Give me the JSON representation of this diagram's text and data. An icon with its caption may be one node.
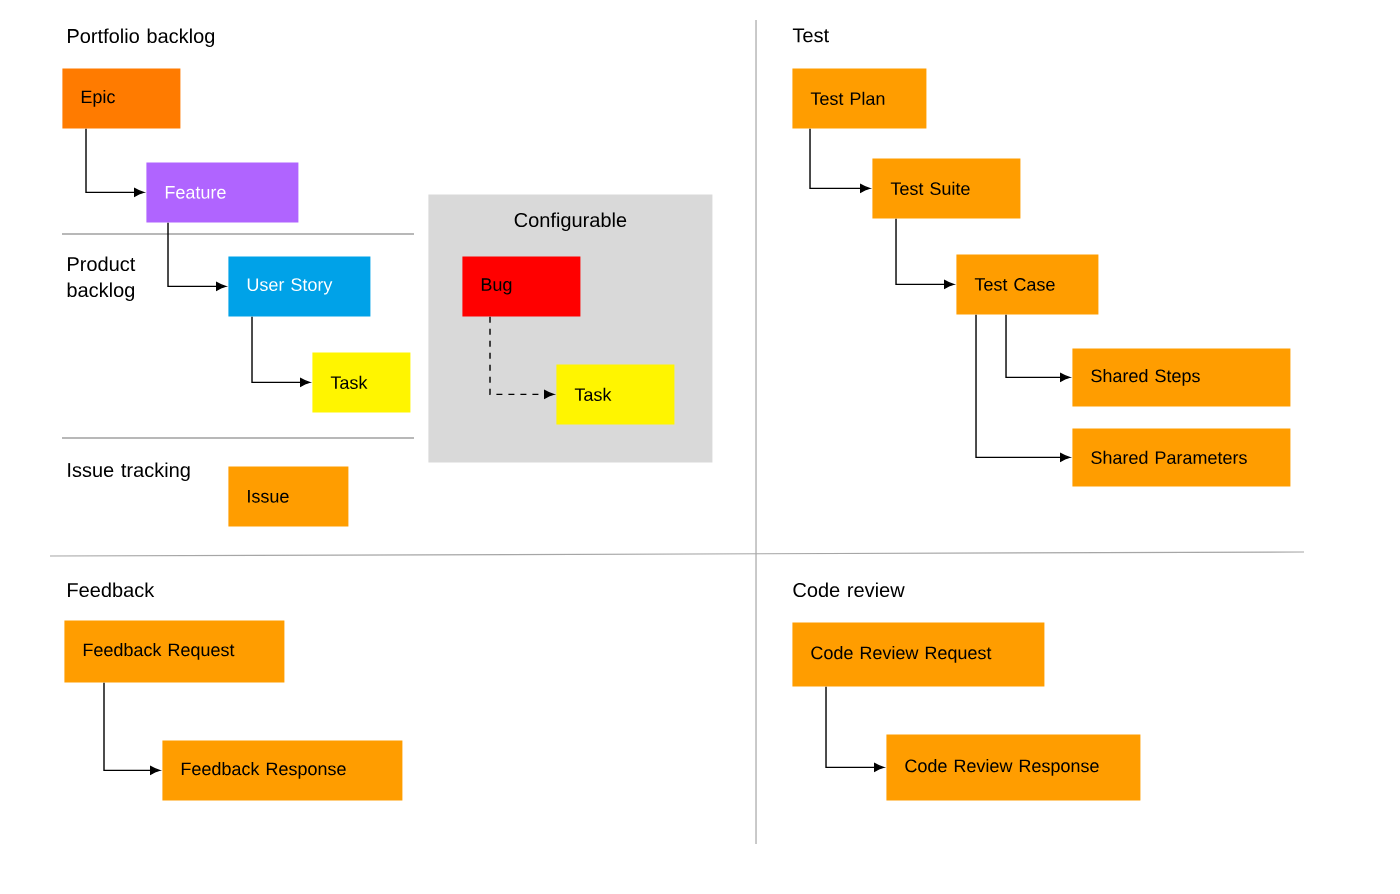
{
  "diagram": {
    "nodes": [
      {
        "text": [
          "Epic"
        ]
      },
      {
        "text": [
          "Feature"
        ]
      },
      {
        "text": [
          "User Story"
        ]
      },
      {
        "text": [
          "Task"
        ]
      },
      {
        "text": [
          "Issue"
        ]
      },
      {
        "text": [
          "Configurable"
        ]
      },
      {
        "text": [
          "Bug"
        ],
        "in": 5
      },
      {
        "text": [
          "Task"
        ],
        "in": 5
      },
      {
        "text": [
          "Test Plan"
        ]
      },
      {
        "text": [
          "Test Suite"
        ]
      },
      {
        "text": [
          "Test Case"
        ]
      },
      {
        "text": [
          "Shared Steps"
        ]
      },
      {
        "text": [
          "Shared Parameters"
        ]
      },
      {
        "text": [
          "Feedback Request"
        ]
      },
      {
        "text": [
          "Feedback Response"
        ]
      },
      {
        "text": [
          "Code Review Request"
        ]
      },
      {
        "text": [
          "Code Review Response"
        ]
      }
    ],
    "edges": [
      {
        "from": 0,
        "to": 1,
        "arrow": "to"
      },
      {
        "from": 1,
        "to": 2,
        "arrow": "to"
      },
      {
        "from": 2,
        "to": 3,
        "arrow": "to"
      },
      {
        "from": 6,
        "to": 7,
        "arrow": "to",
        "style": "dashed"
      },
      {
        "from": 8,
        "to": 9,
        "arrow": "to"
      },
      {
        "from": 9,
        "to": 10,
        "arrow": "to"
      },
      {
        "from": 10,
        "to": 11,
        "arrow": "to"
      },
      {
        "from": 10,
        "to": 12,
        "arrow": "to"
      },
      {
        "from": 13,
        "to": 14,
        "arrow": "to"
      },
      {
        "from": 15,
        "to": 16,
        "arrow": "to"
      }
    ],
    "labels": [
      "Portfolio backlog",
      "Test",
      "Product backlog",
      "Issue tracking",
      "Feedback",
      "Code review"
    ]
  }
}
